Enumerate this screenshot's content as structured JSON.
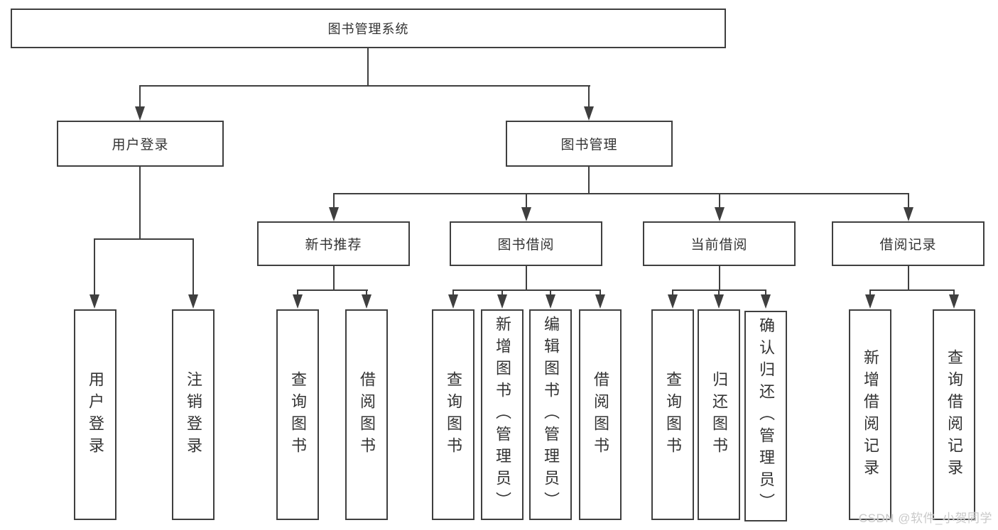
{
  "diagram": {
    "root": {
      "label": "图书管理系统"
    },
    "level2": [
      {
        "label": "用户登录"
      },
      {
        "label": "图书管理"
      }
    ],
    "level3": [
      {
        "label": "新书推荐"
      },
      {
        "label": "图书借阅"
      },
      {
        "label": "当前借阅"
      },
      {
        "label": "借阅记录"
      }
    ],
    "leaves": {
      "user_login": [
        {
          "label": "用户登录"
        },
        {
          "label": "注销登录"
        }
      ],
      "new_book_recommend": [
        {
          "label": "查询图书"
        },
        {
          "label": "借阅图书"
        }
      ],
      "book_borrow": [
        {
          "label": "查询图书"
        },
        {
          "label": "新增图书（管理员）"
        },
        {
          "label": "编辑图书（管理员）"
        },
        {
          "label": "借阅图书"
        }
      ],
      "current_borrow": [
        {
          "label": "查询图书"
        },
        {
          "label": "归还图书"
        },
        {
          "label": "确认归还（管理员）"
        }
      ],
      "borrow_record": [
        {
          "label": "新增借阅记录"
        },
        {
          "label": "查询借阅记录"
        }
      ]
    }
  },
  "watermark": {
    "text": "CSDN @软件_小贺同学"
  },
  "colors": {
    "line": "#3f3f3f",
    "text": "#333333",
    "watermark": "#c9c9c9",
    "background": "#ffffff"
  }
}
